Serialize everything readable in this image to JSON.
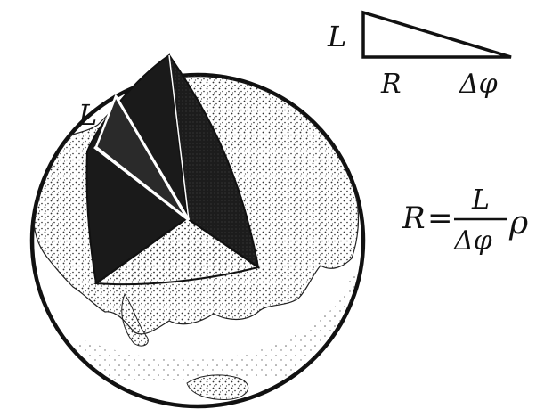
{
  "colors": {
    "ink": "#111111",
    "paper": "#ffffff",
    "dark_fill": "#1c1c1c",
    "stipple": "#333333"
  },
  "globe": {
    "label_L": "L"
  },
  "triangle": {
    "label_L": "L",
    "label_R": "R",
    "label_angle": "Δφ"
  },
  "formula": {
    "lhs": "R",
    "equals": "=",
    "numerator": "L",
    "denominator": "Δφ",
    "factor": "ρ"
  }
}
